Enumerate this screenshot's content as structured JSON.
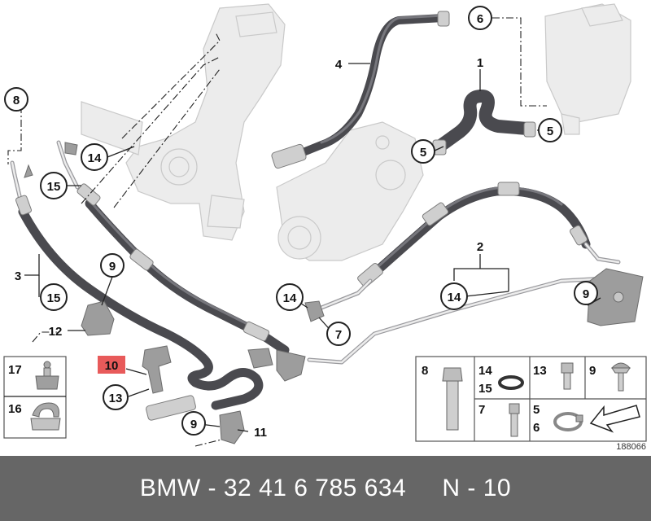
{
  "callouts": {
    "c1": "1",
    "c2": "2",
    "c3": "3",
    "c4": "4",
    "c5a": "5",
    "c5b": "5",
    "c6": "6",
    "c7": "7",
    "c8": "8",
    "c9a": "9",
    "c9b": "9",
    "c9c": "9",
    "c10": "10",
    "c11": "11",
    "c12": "12",
    "c13": "13",
    "c14a": "14",
    "c14b": "14",
    "c14c": "14",
    "c15a": "15",
    "c15b": "15"
  },
  "highlight_color": "#e85a5a",
  "parts_table": {
    "left": [
      {
        "num": "17"
      },
      {
        "num": "16"
      }
    ],
    "right": [
      {
        "num": "8"
      },
      {
        "num": "14"
      },
      {
        "num": "15"
      },
      {
        "num": "13"
      },
      {
        "num": "9"
      },
      {
        "num": "7"
      },
      {
        "num": "5"
      },
      {
        "num": "6"
      }
    ]
  },
  "drawing_number": "188066",
  "footer": {
    "text": "BMW - 32 41 6 785 634     N - 10",
    "background": "#666666"
  }
}
